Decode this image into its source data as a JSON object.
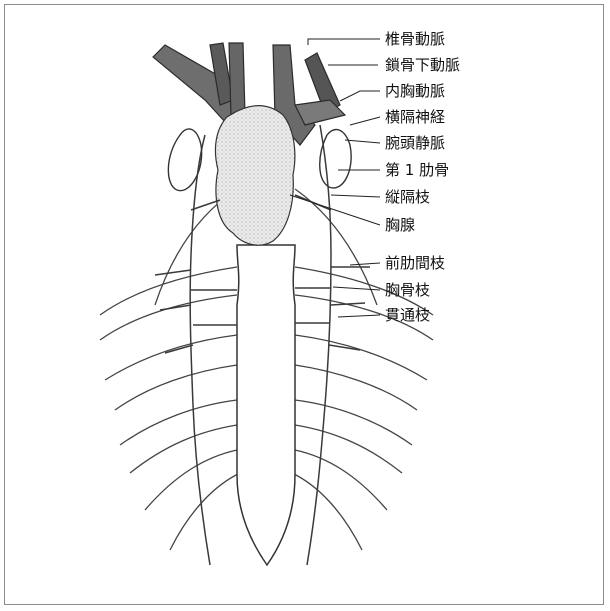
{
  "labels": {
    "vertebral_artery": "椎骨動脈",
    "subclavian_artery": "鎖骨下動脈",
    "internal_thoracic_artery": "内胸動脈",
    "phrenic_nerve": "横隔神経",
    "brachiocephalic_vein": "腕頭静脈",
    "first_rib": "第 1 肋骨",
    "mediastinal_branch": "縦隔枝",
    "thymus": "胸腺",
    "anterior_intercostal_branch": "前肋間枝",
    "sternal_branch": "胸骨枝",
    "perforating_branch": "貫通枝"
  },
  "colors": {
    "vessel": "#6e6e6e",
    "vessel_dark": "#4f4f4f",
    "thymus": "#e3e3e3",
    "outline": "#2b2b2b",
    "artery_line": "#3a3a3a"
  }
}
